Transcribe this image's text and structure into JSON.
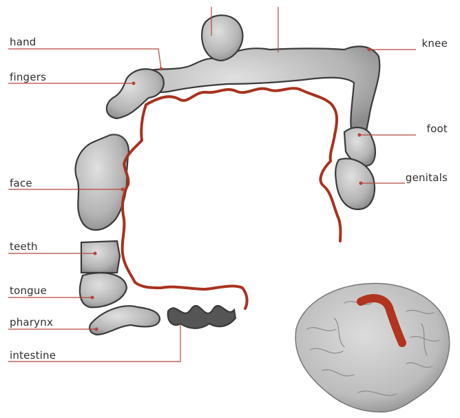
{
  "labels": {
    "hand": "hand",
    "fingers": "fingers",
    "face": "face",
    "teeth": "teeth",
    "tongue": "tongue",
    "pharynx": "pharynx",
    "intestine": "intestine",
    "knee": "knee",
    "foot": "foot",
    "genitals": "genitals"
  },
  "colors": {
    "cortex_line": "#a8321e",
    "leader_line": "#b3453a",
    "body_fill": "#bdbdbd",
    "body_outline": "#3a3a3a",
    "brain_fill": "#c7c7c7",
    "motor_strip": "#b0341f"
  }
}
